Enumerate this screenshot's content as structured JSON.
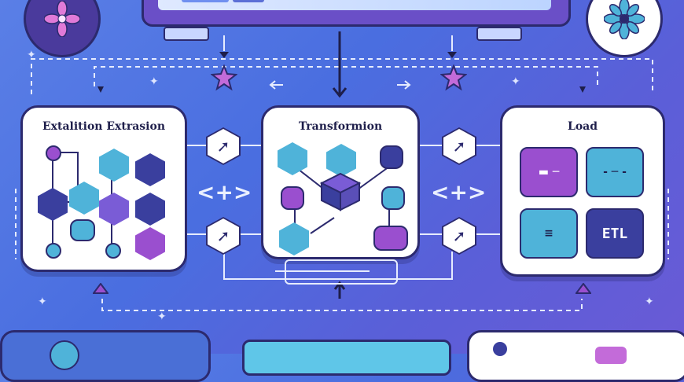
{
  "panels": {
    "extraction": {
      "title": "Extalition Extrasion"
    },
    "transformion": {
      "title": "Transformion"
    },
    "load": {
      "title": "Load"
    }
  },
  "load_cards": {
    "etl_label": "ETL"
  },
  "colors": {
    "background": "#5277e2",
    "panel_border": "#2c2a6e",
    "purple": "#9a4fcf",
    "teal": "#4fb3d9",
    "navy": "#3a3f9e",
    "star": "#c36bd9"
  },
  "icons": [
    "flower-icon",
    "star-icon",
    "hexagon-arrow-icon",
    "double-arrow-icon",
    "cube-icon"
  ]
}
